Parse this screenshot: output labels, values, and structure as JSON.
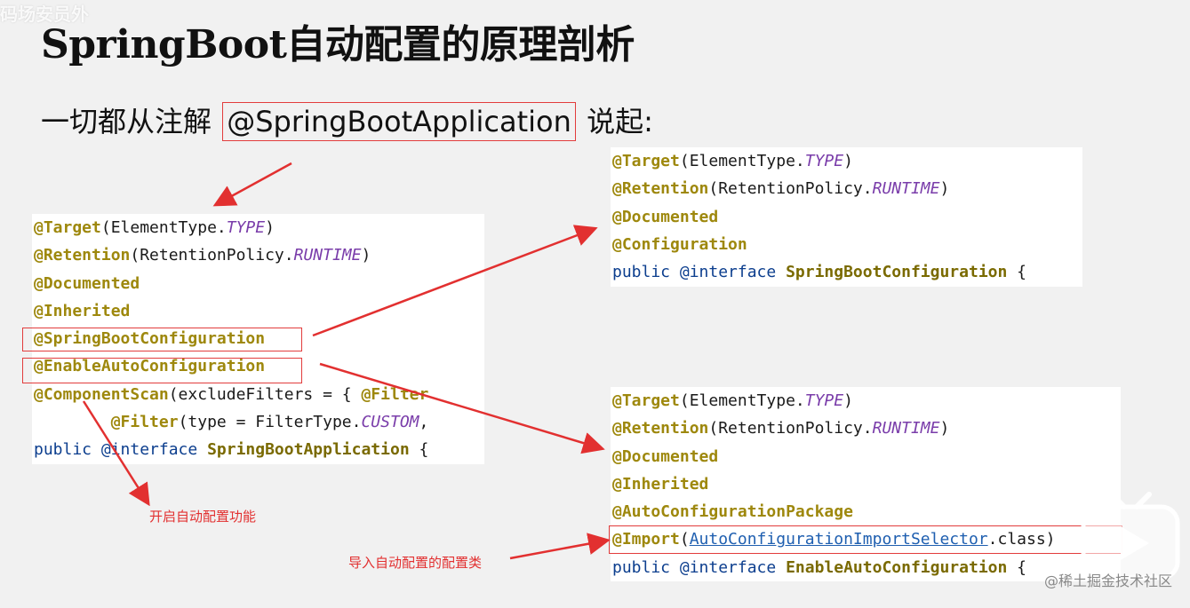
{
  "watermark_top": "码场安员外",
  "watermark_bottom": "@稀土掘金技术社区",
  "title": "SpringBoot自动配置的原理剖析",
  "subtitle": {
    "prefix": "一切都从注解",
    "highlight": "@SpringBootApplication",
    "suffix": "说起:"
  },
  "code_main": [
    [
      {
        "t": "@Target",
        "c": "ann"
      },
      {
        "t": "(ElementType."
      },
      {
        "t": "TYPE",
        "c": "const"
      },
      {
        "t": ")"
      }
    ],
    [
      {
        "t": "@Retention",
        "c": "ann"
      },
      {
        "t": "(RetentionPolicy."
      },
      {
        "t": "RUNTIME",
        "c": "const"
      },
      {
        "t": ")"
      }
    ],
    [
      {
        "t": "@Documented",
        "c": "ann"
      }
    ],
    [
      {
        "t": "@Inherited",
        "c": "ann"
      }
    ],
    [
      {
        "t": "@SpringBootConfiguration",
        "c": "ann"
      }
    ],
    [
      {
        "t": "@EnableAutoConfiguration",
        "c": "ann"
      }
    ],
    [
      {
        "t": "@ComponentScan",
        "c": "ann"
      },
      {
        "t": "(excludeFilters = { "
      },
      {
        "t": "@Filter",
        "c": "ann"
      }
    ],
    [
      {
        "t": "        "
      },
      {
        "t": "@Filter",
        "c": "ann"
      },
      {
        "t": "(type = FilterType."
      },
      {
        "t": "CUSTOM",
        "c": "const"
      },
      {
        "t": ","
      }
    ],
    [
      {
        "t": "public @interface ",
        "c": "kw"
      },
      {
        "t": "SpringBootApplication",
        "c": "cls"
      },
      {
        "t": " {"
      }
    ]
  ],
  "code_config": [
    [
      {
        "t": "@Target",
        "c": "ann"
      },
      {
        "t": "(ElementType."
      },
      {
        "t": "TYPE",
        "c": "const"
      },
      {
        "t": ")"
      }
    ],
    [
      {
        "t": "@Retention",
        "c": "ann"
      },
      {
        "t": "(RetentionPolicy."
      },
      {
        "t": "RUNTIME",
        "c": "const"
      },
      {
        "t": ")"
      }
    ],
    [
      {
        "t": "@Documented",
        "c": "ann"
      }
    ],
    [
      {
        "t": "@Configuration",
        "c": "ann"
      }
    ],
    [
      {
        "t": "public @interface ",
        "c": "kw"
      },
      {
        "t": "SpringBootConfiguration",
        "c": "cls"
      },
      {
        "t": " {"
      }
    ]
  ],
  "code_enable": [
    [
      {
        "t": "@Target",
        "c": "ann"
      },
      {
        "t": "(ElementType."
      },
      {
        "t": "TYPE",
        "c": "const"
      },
      {
        "t": ")"
      }
    ],
    [
      {
        "t": "@Retention",
        "c": "ann"
      },
      {
        "t": "(RetentionPolicy."
      },
      {
        "t": "RUNTIME",
        "c": "const"
      },
      {
        "t": ")"
      }
    ],
    [
      {
        "t": "@Documented",
        "c": "ann"
      }
    ],
    [
      {
        "t": "@Inherited",
        "c": "ann"
      }
    ],
    [
      {
        "t": "@AutoConfigurationPackage",
        "c": "ann"
      }
    ],
    [
      {
        "t": "@Import",
        "c": "ann"
      },
      {
        "t": "("
      },
      {
        "t": "AutoConfigurationImportSelector",
        "c": "link"
      },
      {
        "t": ".class)"
      }
    ],
    [
      {
        "t": "public @interface ",
        "c": "kw"
      },
      {
        "t": "EnableAutoConfiguration",
        "c": "cls"
      },
      {
        "t": " {"
      }
    ]
  ],
  "notes": {
    "enable_auto": "开启自动配置功能",
    "import_selector": "导入自动配置的配置类"
  },
  "colors": {
    "annotation_box": "#e23c3c",
    "arrow": "#e23030"
  }
}
